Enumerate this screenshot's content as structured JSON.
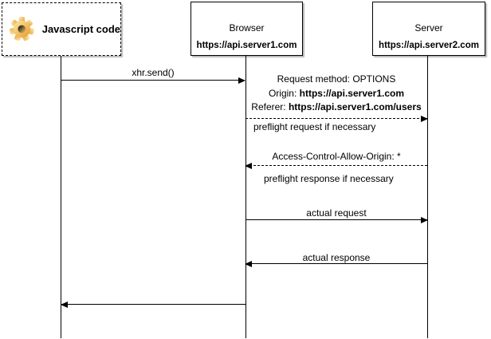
{
  "actors": {
    "js": {
      "label": "Javascript code"
    },
    "browser": {
      "title": "Browser",
      "url": "https://api.server1.com"
    },
    "server": {
      "title": "Server",
      "url": "https://api.server2.com"
    }
  },
  "messages": {
    "xhr_send": "xhr.send()",
    "request_method": "Request method: OPTIONS",
    "origin_label": "Origin: ",
    "origin_value": "https://api.server1.com",
    "referer_label": "Referer: ",
    "referer_value": "https://api.server1.com/users",
    "preflight_request_note": "preflight request if necessary",
    "access_control_allow_origin": "Access-Control-Allow-Origin: *",
    "preflight_response_note": "preflight response if necessary",
    "actual_request": "actual request",
    "actual_response": "actual response"
  },
  "colors": {
    "line": "#000000",
    "background": "#FFFFFF",
    "box_shadow": "#B8B8B8",
    "gear_light": "#FBEAA8",
    "gear_dark": "#E8992B",
    "gear_hole_dark": "#C9競15",
    "gear_hole_light": "#F4CD6E"
  }
}
